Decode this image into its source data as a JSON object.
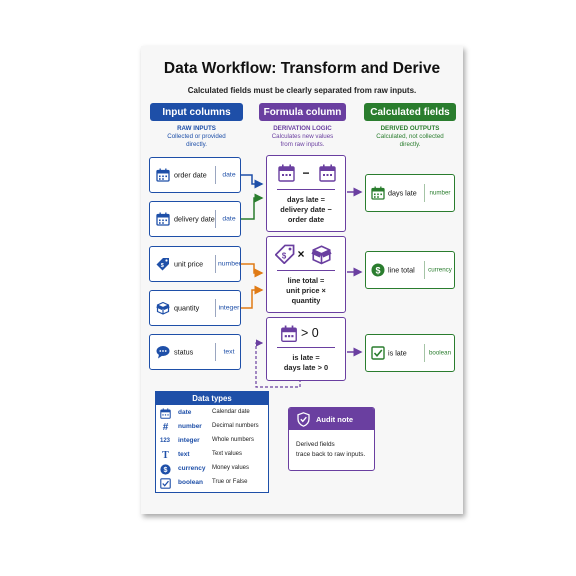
{
  "title": "Data Workflow: Transform and Derive",
  "subtitle": "Calculated fields must be clearly separated from raw inputs.",
  "columns": [
    {
      "header": "Input columns",
      "label": "RAW INPUTS",
      "desc1": "Collected or provided",
      "desc2": "directly.",
      "color": "#1e4fa8"
    },
    {
      "header": "Formula column",
      "label": "DERIVATION LOGIC",
      "desc1": "Calculates new values",
      "desc2": "from raw inputs.",
      "color": "#6a3fa0"
    },
    {
      "header": "Calculated fields",
      "label": "DERIVED OUTPUTS",
      "desc1": "Calculated, not collected",
      "desc2": "directly.",
      "color": "#2a7d2e"
    }
  ],
  "inputs": [
    {
      "name": "order date",
      "type": "date",
      "icon": "calendar-icon"
    },
    {
      "name": "delivery date",
      "type": "date",
      "icon": "calendar-icon"
    },
    {
      "name": "unit price",
      "type": "number",
      "icon": "price-tag-icon"
    },
    {
      "name": "quantity",
      "type": "integer",
      "icon": "box-icon"
    },
    {
      "name": "status",
      "type": "text",
      "icon": "speech-bubble-icon"
    }
  ],
  "formulas": [
    {
      "symbol": "−",
      "lines": [
        "days late =",
        "delivery date −",
        "order date"
      ]
    },
    {
      "symbol": "×",
      "lines": [
        "line total =",
        "unit price ×",
        "quantity"
      ]
    },
    {
      "symbol": "> 0",
      "lines": [
        "is late =",
        "days late > 0"
      ]
    }
  ],
  "outputs": [
    {
      "name": "days late",
      "type": "number",
      "icon": "calendar-icon"
    },
    {
      "name": "line total",
      "type": "currency",
      "icon": "dollar-coin-icon"
    },
    {
      "name": "is late",
      "type": "boolean",
      "icon": "checkbox-icon"
    }
  ],
  "legend": {
    "title": "Data types",
    "rows": [
      {
        "icon": "calendar-icon",
        "key": "date",
        "desc": "Calendar date"
      },
      {
        "icon": "hash-icon",
        "glyph": "#",
        "key": "number",
        "desc": "Decimal numbers"
      },
      {
        "icon": "digits-icon",
        "glyph": "123",
        "key": "integer",
        "desc": "Whole numbers"
      },
      {
        "icon": "text-icon",
        "glyph": "T",
        "key": "text",
        "desc": "Text values"
      },
      {
        "icon": "dollar-coin-icon",
        "key": "currency",
        "desc": "Money values"
      },
      {
        "icon": "checkbox-icon",
        "key": "boolean",
        "desc": "True or False"
      }
    ]
  },
  "audit": {
    "title": "Audit note",
    "line1": "Derived fields",
    "line2": "trace back to raw inputs."
  }
}
